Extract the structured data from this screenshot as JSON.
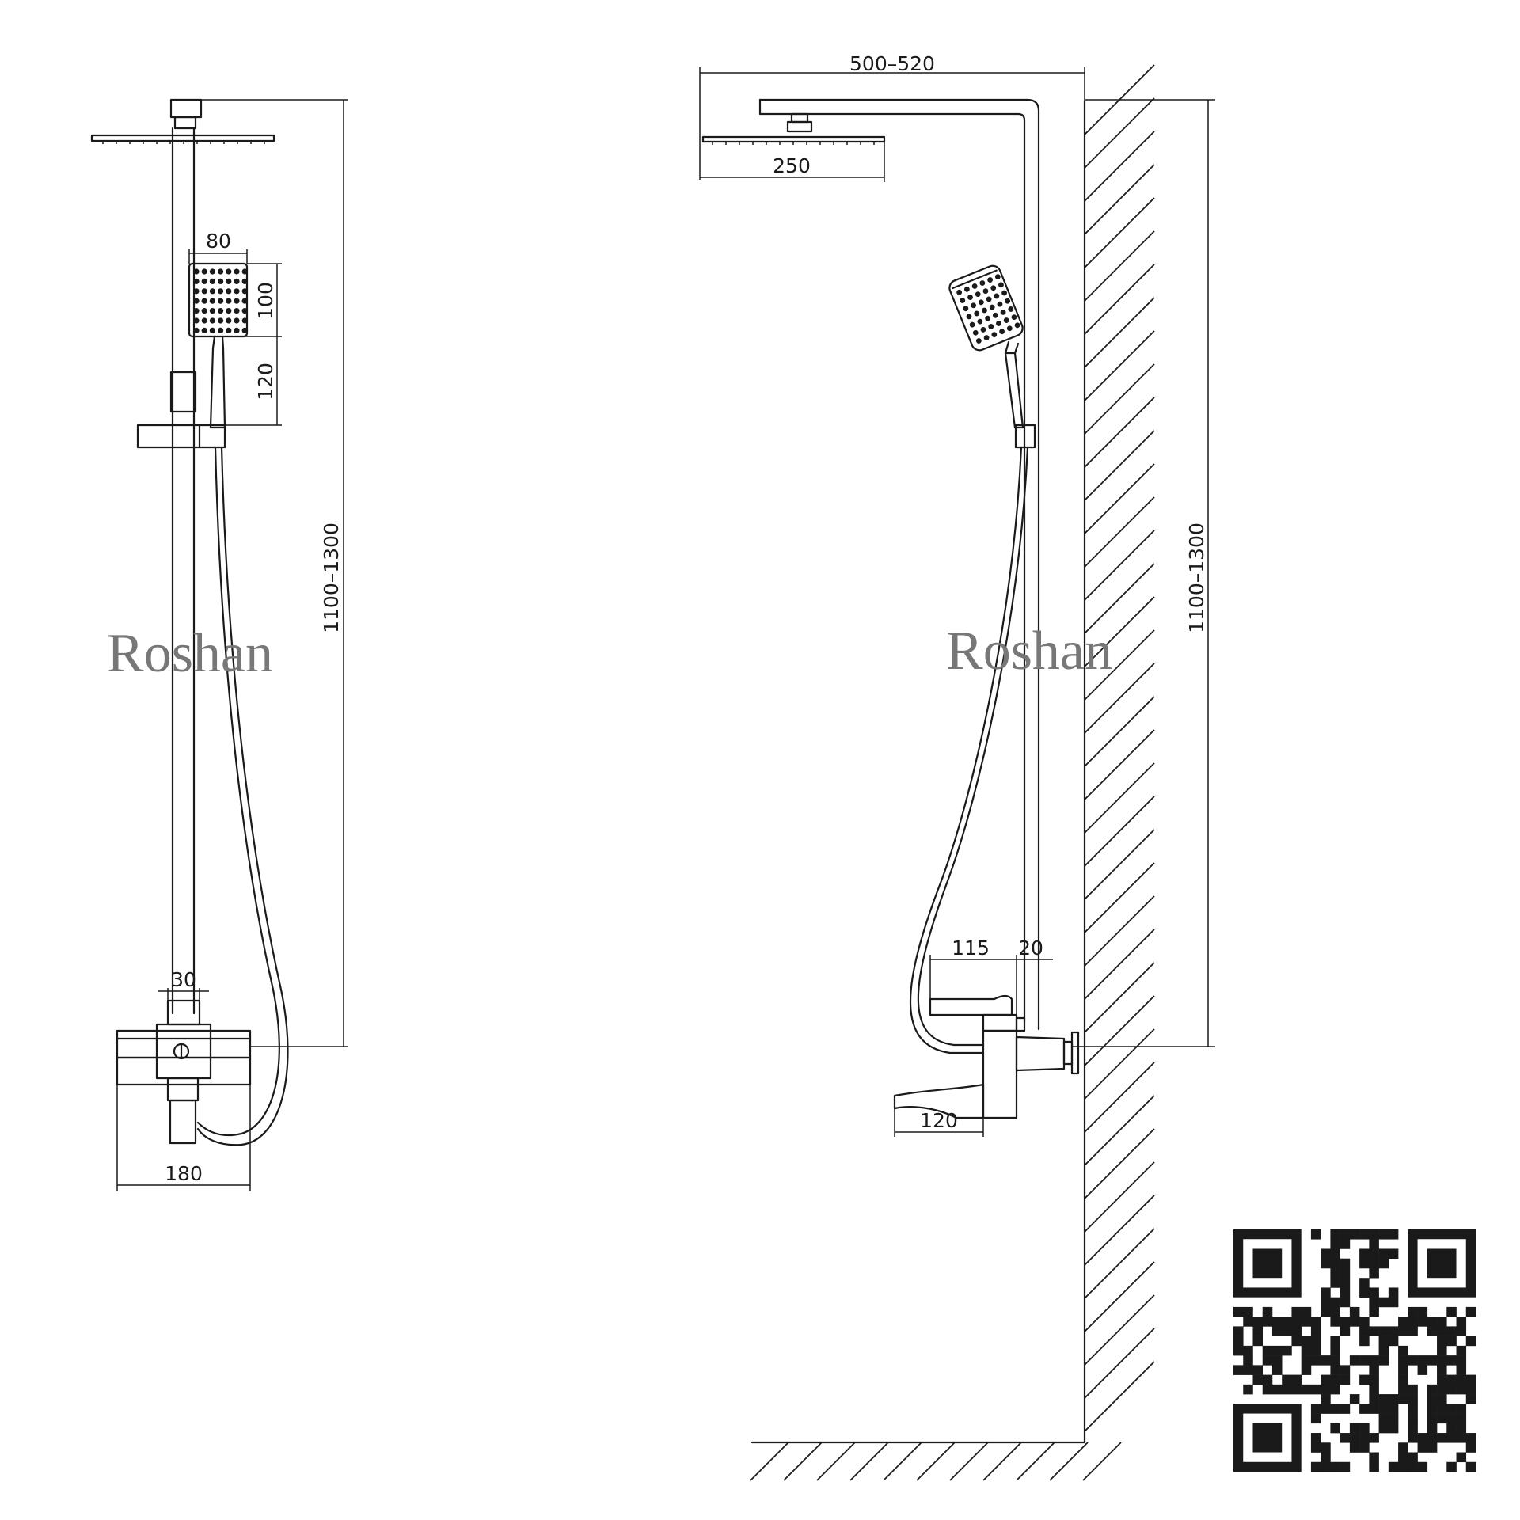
{
  "watermark": "Roshan",
  "front_view": {
    "dim_handshower_width": "80",
    "dim_handshower_height": "100",
    "dim_holder_offset": "120",
    "dim_total_height": "1100–1300",
    "dim_outlet": "30",
    "dim_mixer_width": "180"
  },
  "side_view": {
    "dim_arm_length": "500–520",
    "dim_head_size": "250",
    "dim_total_height": "1100–1300",
    "dim_mixer_depth": "115",
    "dim_mixer_gap": "20",
    "dim_spout": "120"
  },
  "qr_code_icon": "qr-code-icon",
  "colors": {
    "line": "#1a1a1a",
    "watermark": "#777777",
    "background": "#ffffff"
  }
}
